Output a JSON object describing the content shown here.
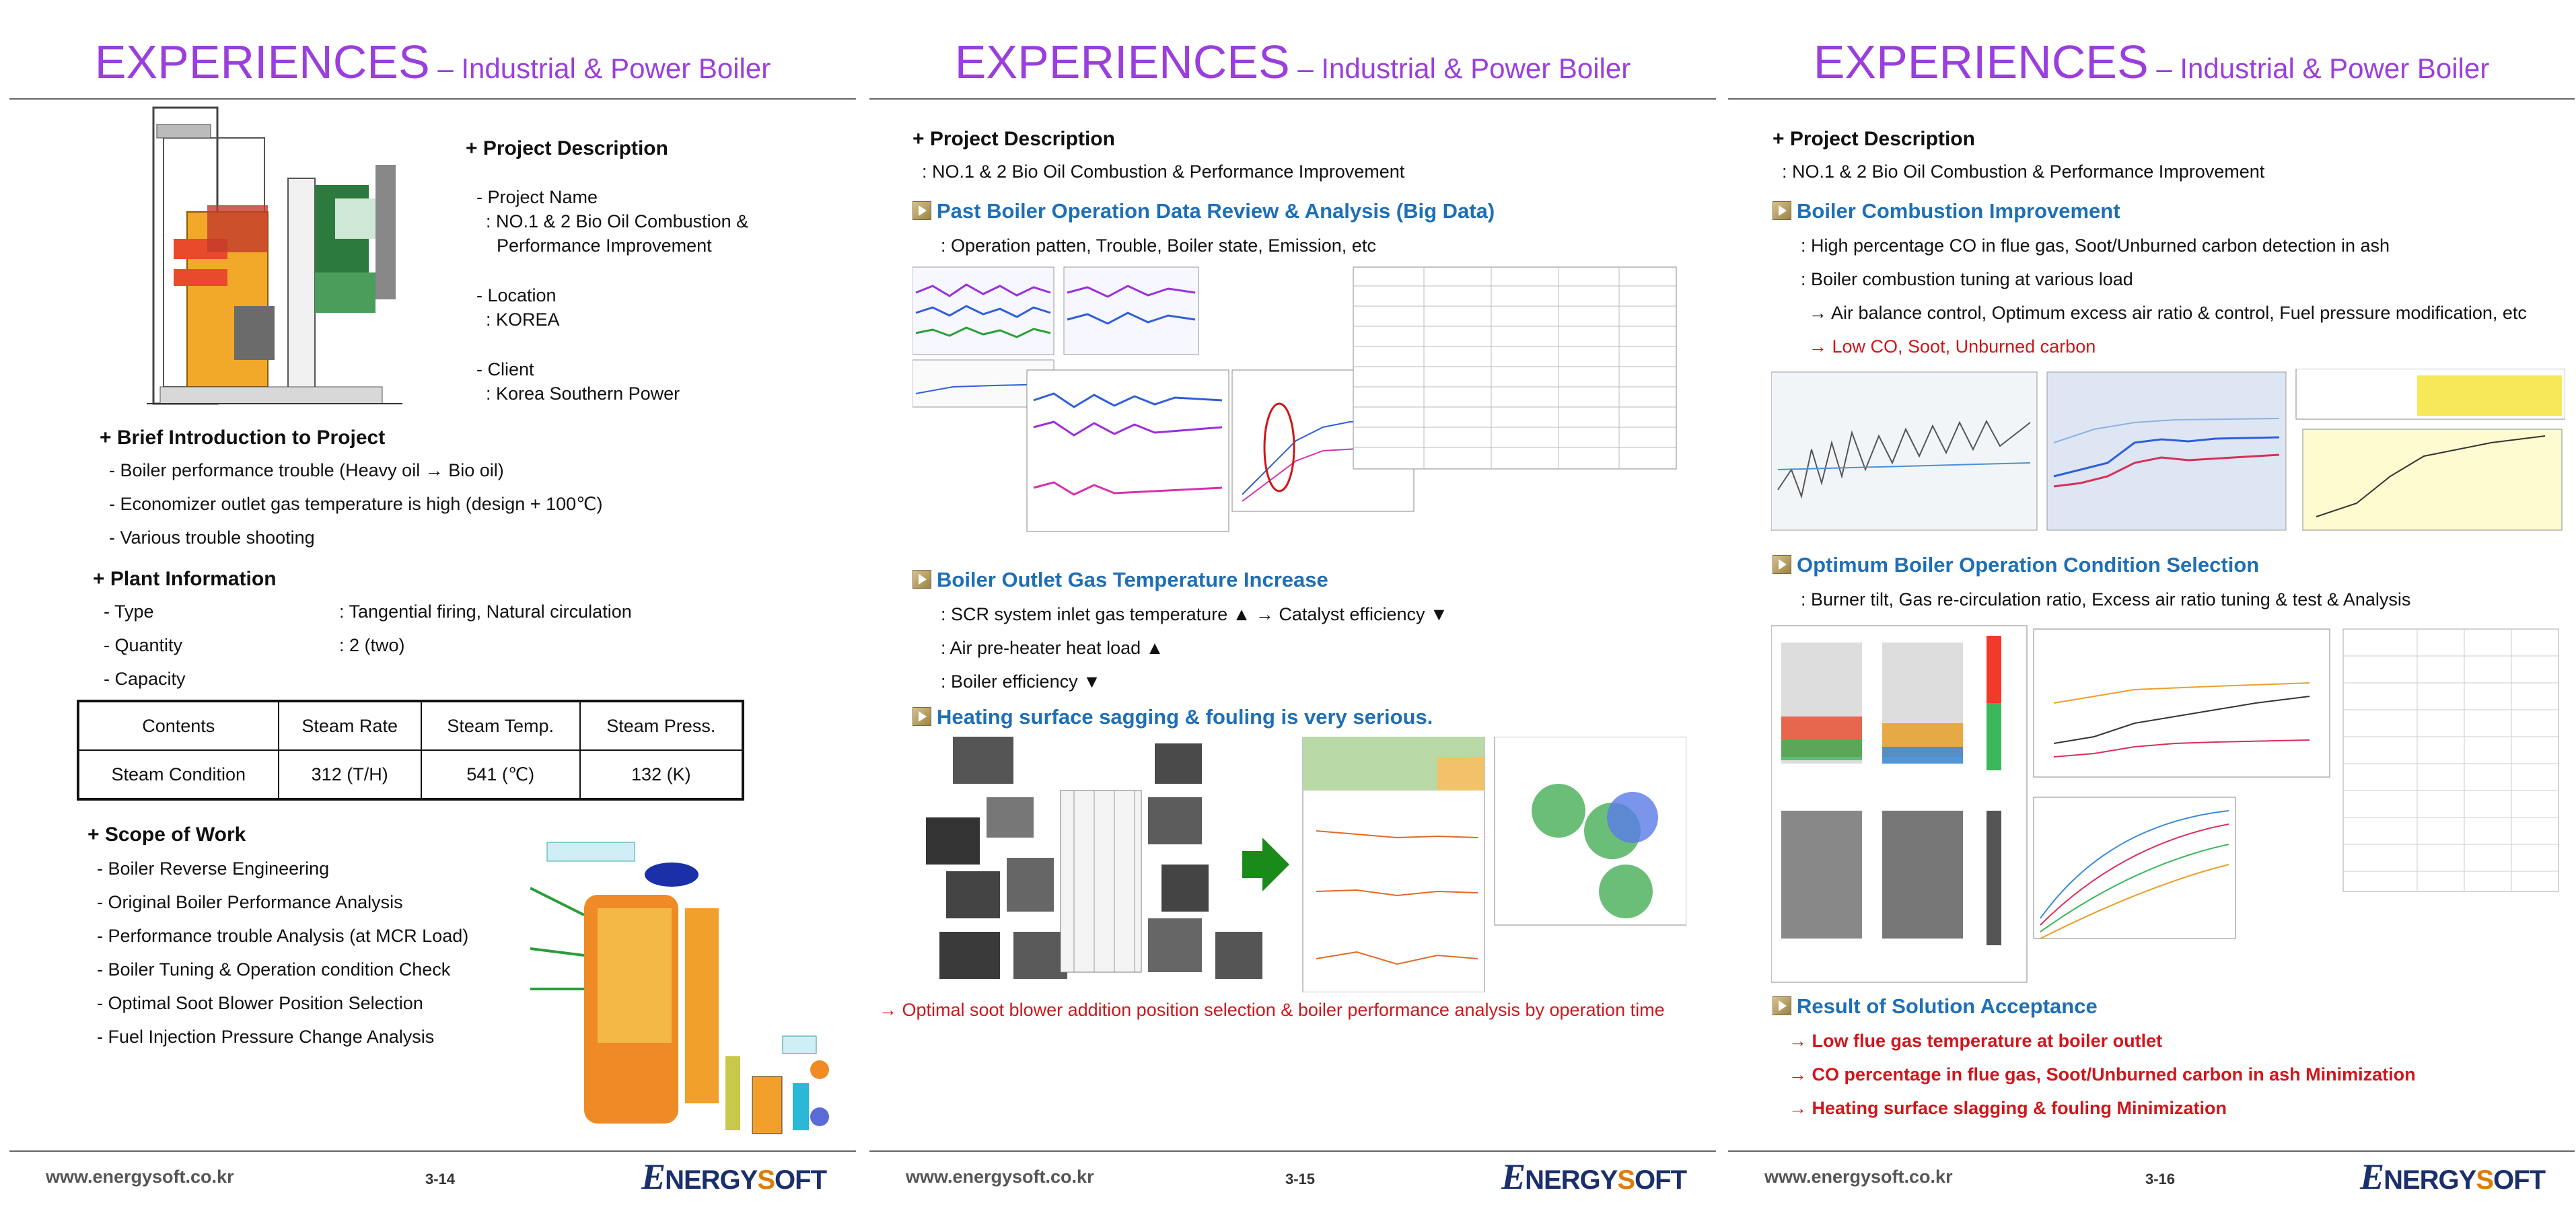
{
  "common": {
    "title_main": "EXPERIENCES",
    "title_sub": " – Industrial & Power Boiler",
    "footer_url": "www.energysoft.co.kr",
    "logo_e": "E",
    "logo_nergy": "NERGY",
    "logo_s": "S",
    "logo_oft": "OFT"
  },
  "slide1": {
    "page": "3-14",
    "project_desc_heading": "+ Project Description",
    "project_name_label": "- Project Name",
    "project_name_line1": ": NO.1 & 2 Bio Oil Combustion &",
    "project_name_line2": "Performance Improvement",
    "location_label": "- Location",
    "location_value": ": KOREA",
    "client_label": "- Client",
    "client_value": ": Korea Southern Power",
    "brief_heading": "+ Brief Introduction to Project",
    "brief_items": [
      "- Boiler performance trouble (Heavy oil → Bio oil)",
      "- Economizer outlet gas temperature is high (design + 100℃)",
      "- Various trouble shooting"
    ],
    "plant_heading": "+ Plant Information",
    "plant_type_label": "- Type",
    "plant_type_value": ": Tangential firing, Natural circulation",
    "plant_qty_label": "- Quantity",
    "plant_qty_value": ": 2 (two)",
    "plant_cap_label": "- Capacity",
    "table_headers": [
      "Contents",
      "Steam Rate",
      "Steam Temp.",
      "Steam Press."
    ],
    "table_row": [
      "Steam Condition",
      "312 (T/H)",
      "541 (℃)",
      "132 (K)"
    ],
    "scope_heading": "+ Scope of Work",
    "scope_items": [
      "- Boiler Reverse Engineering",
      "- Original Boiler Performance Analysis",
      "- Performance trouble Analysis (at MCR Load)",
      "- Boiler Tuning & Operation condition Check",
      "- Optimal Soot Blower Position Selection",
      "- Fuel Injection Pressure Change Analysis"
    ]
  },
  "slide2": {
    "page": "3-15",
    "project_desc_heading": "+ Project Description",
    "project_desc_value": ": NO.1 & 2 Bio Oil Combustion & Performance Improvement",
    "sec1_heading": "Past Boiler Operation Data Review & Analysis (Big Data)",
    "sec1_text": ": Operation patten, Trouble, Boiler state, Emission, etc",
    "sec2_heading": "Boiler Outlet Gas Temperature Increase",
    "sec2_items": [
      ": SCR system inlet gas temperature ▲ → Catalyst efficiency ▼",
      ": Air pre-heater heat load ▲",
      ": Boiler efficiency ▼"
    ],
    "sec3_heading": "Heating surface sagging & fouling is very serious.",
    "conclusion": "→ Optimal soot blower addition position selection & boiler performance analysis by operation time"
  },
  "slide3": {
    "page": "3-16",
    "project_desc_heading": "+ Project Description",
    "project_desc_value": ": NO.1 & 2 Bio Oil Combustion & Performance Improvement",
    "sec1_heading": "Boiler Combustion Improvement",
    "sec1_items": [
      ": High percentage CO in flue gas, Soot/Unburned carbon detection in ash",
      ": Boiler combustion tuning at various load",
      "→ Air balance control, Optimum excess air ratio & control, Fuel pressure modification, etc"
    ],
    "sec1_result": "→ Low CO, Soot, Unburned carbon",
    "sec2_heading": "Optimum Boiler Operation Condition Selection",
    "sec2_text": ": Burner tilt, Gas re-circulation ratio, Excess air ratio tuning & test & Analysis",
    "sec3_heading": "Result of Solution Acceptance",
    "results": [
      "→ Low flue gas temperature at boiler outlet",
      "→ CO percentage in flue gas, Soot/Unburned carbon in ash Minimization",
      "→ Heating surface slagging & fouling Minimization"
    ]
  }
}
